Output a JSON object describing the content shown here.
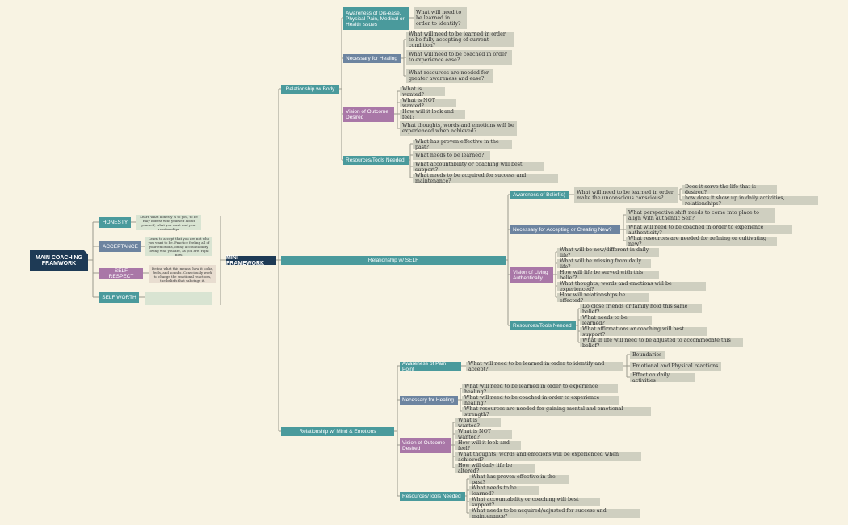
{
  "root": {
    "label": "MAIN COACHING FRAMWORK"
  },
  "traits": [
    {
      "label": "HONESTY",
      "desc": "Learn what honesty is to you, to be fully honest with yourself about yourself; what you want and your relationships"
    },
    {
      "label": "ACCEPTANCE",
      "desc": "Learn to accept that you are not who you want to be. Practice feeling all of your emotions, being accountability, loving who you are, as you are, right now."
    },
    {
      "label": "SELF RESPECT",
      "desc": "Define what this means, how it looks, feels, and sounds. Consciously work to change the emotional reactions, the beliefs that sabotage it."
    },
    {
      "label": "SELF WORTH",
      "desc": ""
    }
  ],
  "mini": {
    "label": "MINI FRAMEWORK"
  },
  "body": {
    "label": "Relationship w/ Body",
    "awareness": {
      "label": "Awareness of Dis-ease, Physical Pain, Medical or Health issues",
      "items": [
        "What will need to be learned in order to identify?"
      ]
    },
    "healing": {
      "label": "Necessary for Healing",
      "items": [
        "What will need to be learned in order to be fully accepting of current condition?",
        "What will need to be coached in order to experience ease?",
        "What resources are needed for greater awareness and ease?"
      ]
    },
    "vision": {
      "label": "Vision of Outcome Desired",
      "items": [
        "What is wanted?",
        "What is NOT wanted?",
        "How will it look and feel?",
        "What thoughts, words and emotions will be experienced when achieved?"
      ]
    },
    "resources": {
      "label": "Resources/Tools Needed",
      "items": [
        "What has proven effective in the past?",
        "What needs to be learned?",
        "What accountability or coaching will best support?",
        "What needs to be acquired for success and maintenance?"
      ]
    }
  },
  "self": {
    "label": "Relationship w/ SELF",
    "awareness": {
      "label": "Awareness of Belief(s)",
      "question": "What will need to be learned in order make the unconscious conscious?",
      "items": [
        "Does it serve the life that is desired?",
        "how does it show up in daily activities, relationships?"
      ]
    },
    "accepting": {
      "label": "Necessary for Accepting or Creating New?",
      "items": [
        "What perspective shift needs to come into place to align with authentic Self?",
        "What will need to be coached in order to experience authenticity?",
        "What resources are needed for refining or cultivating new?"
      ]
    },
    "vision": {
      "label": "Vision of Living Authentically",
      "items": [
        "What will be new/different in daily life?",
        "What will be missing from daily life?",
        "How will life be served with this belief?",
        "What thoughts, words and emotions will be experienced?",
        "How will relationships be effected?"
      ]
    },
    "resources": {
      "label": "Resources/Tools Needed",
      "items": [
        "Do close friends or family hold this same belief?",
        "What needs to be learned?",
        "What affirmations or coaching will best support?",
        "What in life will need to be adjusted to accommodate this belief?"
      ]
    }
  },
  "mind": {
    "label": "Relationship w/ Mind & Emotions",
    "awareness": {
      "label": "Awareness of Pain Point",
      "question": "What will need to be learned in order to identify and accept?",
      "items": [
        "Boundaries",
        "Emotional and Physical reactions",
        "Effect on daily activities"
      ]
    },
    "healing": {
      "label": "Necessary for Healing",
      "items": [
        "What will need to be learned in order to experience healing?",
        "What will need to be coached in order to experience healing?",
        "What resources are needed for gaining mental and emotional strength?"
      ]
    },
    "vision": {
      "label": "Vision of Outcome Desired",
      "items": [
        "What is wanted?",
        "What is NOT wanted?",
        "How will it look and feel?",
        "What thoughts, words and emotions will be experienced when achieved?",
        "How will daily life be altered?"
      ]
    },
    "resources": {
      "label": "Resources/Tools Needed",
      "items": [
        "What has proven effective in the past?",
        "What needs to be learned?",
        "What accountability or coaching will best support?",
        "What needs to be acquired/adjusted for success and maintenance?"
      ]
    }
  }
}
